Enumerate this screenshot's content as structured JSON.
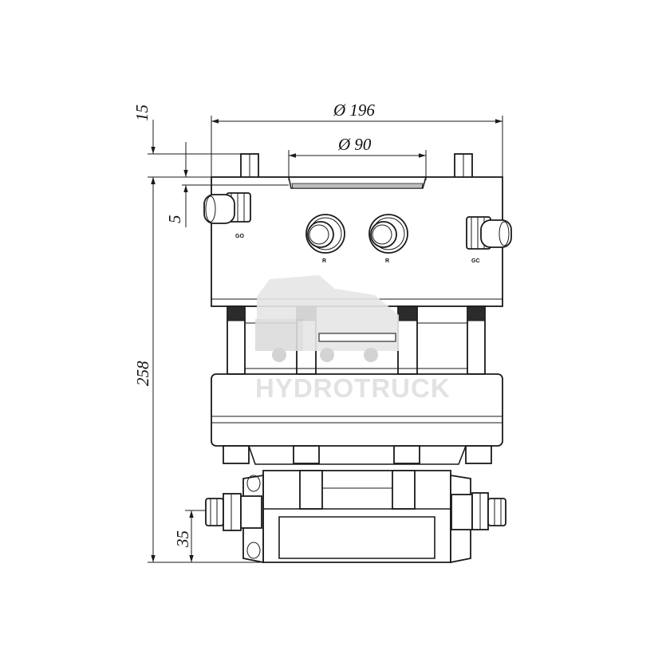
{
  "dimensions": {
    "outer_diameter": "Ø 196",
    "inner_diameter": "Ø 90",
    "top_offset": "15",
    "plate_step": "5",
    "total_height": "258",
    "bottom_offset": "35"
  },
  "ports": {
    "left": "GO",
    "center_left": "R",
    "center_right": "R",
    "right": "GC"
  },
  "watermark": {
    "brand": "HYDROTRUCK"
  }
}
